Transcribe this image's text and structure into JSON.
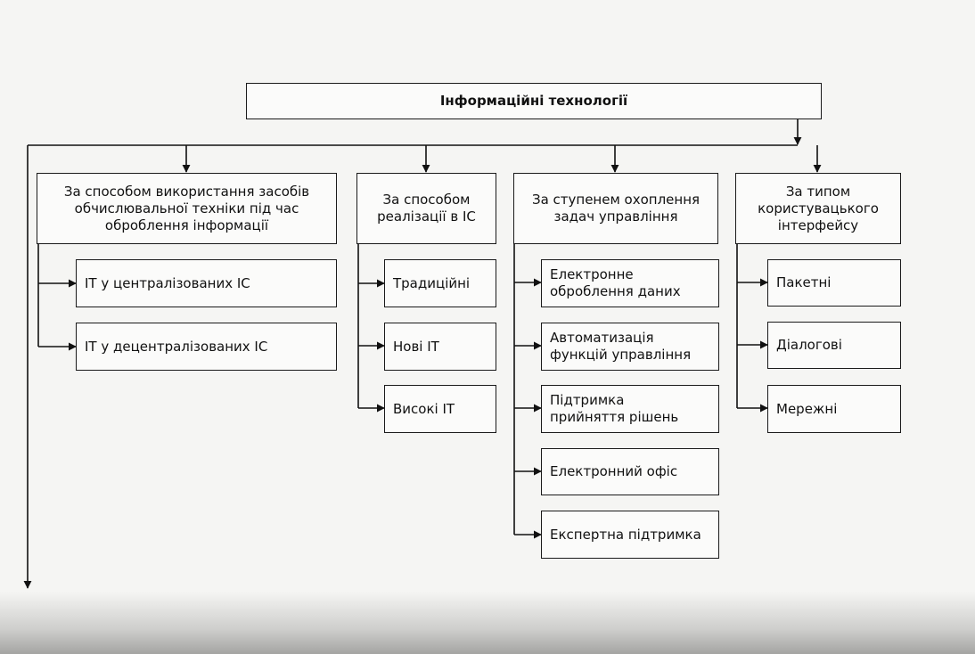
{
  "root": {
    "title": "Інформаційні технології"
  },
  "categories": [
    {
      "title": "За способом використання засобів\nобчислювальної техніки під час\nоброблення інформації",
      "items": [
        "ІТ у централізованих ІС",
        "ІТ у децентралізованих ІС"
      ]
    },
    {
      "title": "За способом\nреалізації в ІС",
      "items": [
        "Традиційні",
        "Нові ІТ",
        "Високі ІТ"
      ]
    },
    {
      "title": "За ступенем охоплення\nзадач управління",
      "items": [
        "Електронне\nоброблення даних",
        "Автоматизація\nфункцій управління",
        "Підтримка\nприйняття рішень",
        "Електронний офіс",
        "Експертна підтримка"
      ]
    },
    {
      "title": "За типом\nкористувацького\nінтерфейсу",
      "items": [
        "Пакетні",
        "Діалогові",
        "Мережні"
      ]
    }
  ]
}
